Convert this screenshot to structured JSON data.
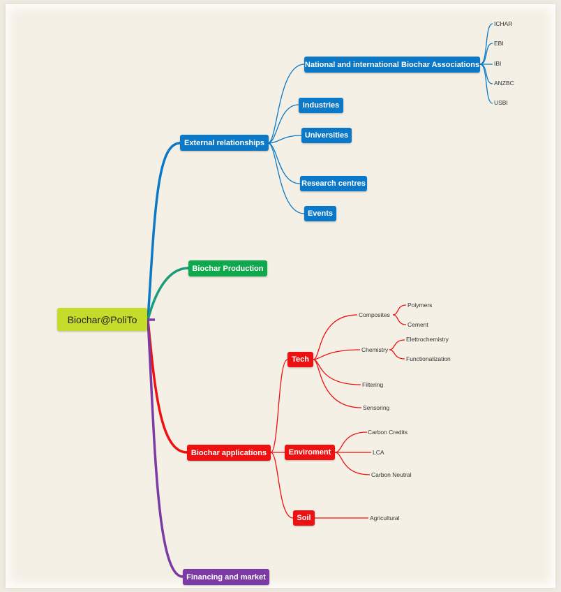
{
  "root": "Biochar@PoliTo",
  "branches": {
    "external": {
      "label": "External relationships",
      "children": {
        "associations": {
          "label": "National and international Biochar Associations",
          "items": [
            "ICHAR",
            "EBI",
            "IBI",
            "ANZBC",
            "USBI"
          ]
        },
        "industries": "Industries",
        "universities": "Universities",
        "research": "Research centres",
        "events": "Events"
      }
    },
    "production": {
      "label": "Biochar Production"
    },
    "applications": {
      "label": "Biochar applications",
      "tech": {
        "label": "Tech",
        "composites": {
          "label": "Composites",
          "items": [
            "Polymers",
            "Cement"
          ]
        },
        "chemistry": {
          "label": "Chemistry",
          "items": [
            "Elettrochemistry",
            "Functionalization"
          ]
        },
        "filtering": "Filtering",
        "sensoring": "Sensoring"
      },
      "environment": {
        "label": "Enviroment",
        "items": [
          "Carbon Credits",
          "LCA",
          "Carbon Neutral"
        ]
      },
      "soil": {
        "label": "Soil",
        "items": [
          "Agricultural"
        ]
      }
    },
    "financing": {
      "label": "Financing and market"
    }
  },
  "colors": {
    "root": "#c5dc2a",
    "external": "#0b79c7",
    "production": "#10a84c",
    "applications": "#ee1111",
    "financing": "#7b3aa4"
  }
}
